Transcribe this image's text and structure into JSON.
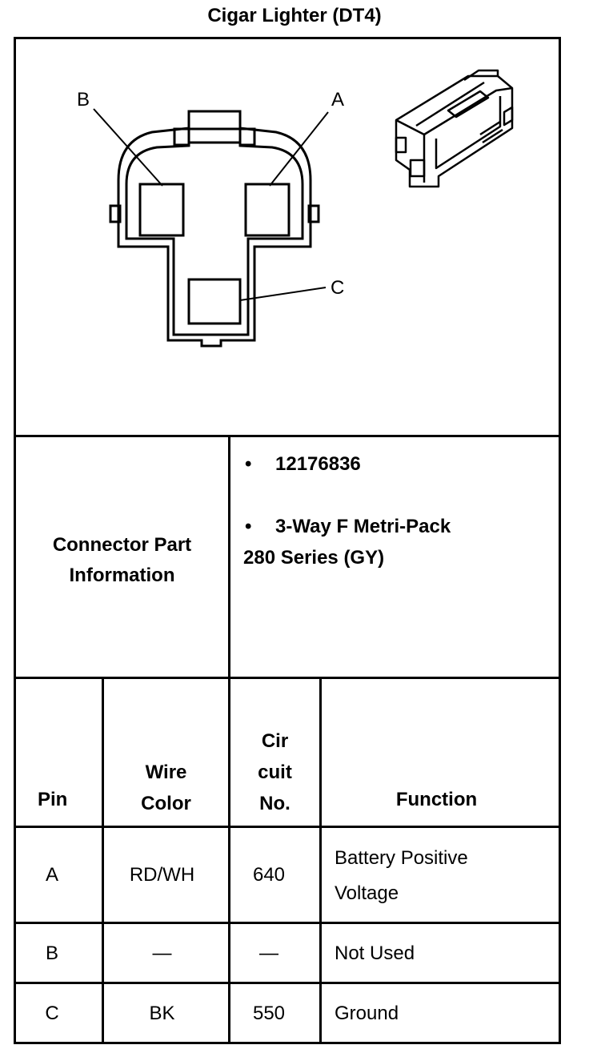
{
  "title": "Cigar Lighter (DT4)",
  "diagram": {
    "pin_labels": [
      "A",
      "B",
      "C"
    ]
  },
  "connector_info": {
    "label_line1": "Connector Part",
    "label_line2": "Information",
    "part_number": "12176836",
    "description_line1": "3-Way F Metri-Pack",
    "description_line2": "280 Series (GY)"
  },
  "table": {
    "headers": {
      "pin": "Pin",
      "wire_color_line1": "Wire",
      "wire_color_line2": "Color",
      "circuit_line1": "Cir",
      "circuit_line2": "cuit",
      "circuit_line3": "No.",
      "function": "Function"
    },
    "rows": [
      {
        "pin": "A",
        "wire_color": "RD/WH",
        "circuit": "640",
        "function_line1": "Battery Positive",
        "function_line2": "Voltage"
      },
      {
        "pin": "B",
        "wire_color": "—",
        "circuit": "—",
        "function_line1": "Not Used",
        "function_line2": ""
      },
      {
        "pin": "C",
        "wire_color": "BK",
        "circuit": "550",
        "function_line1": "Ground",
        "function_line2": ""
      }
    ]
  }
}
